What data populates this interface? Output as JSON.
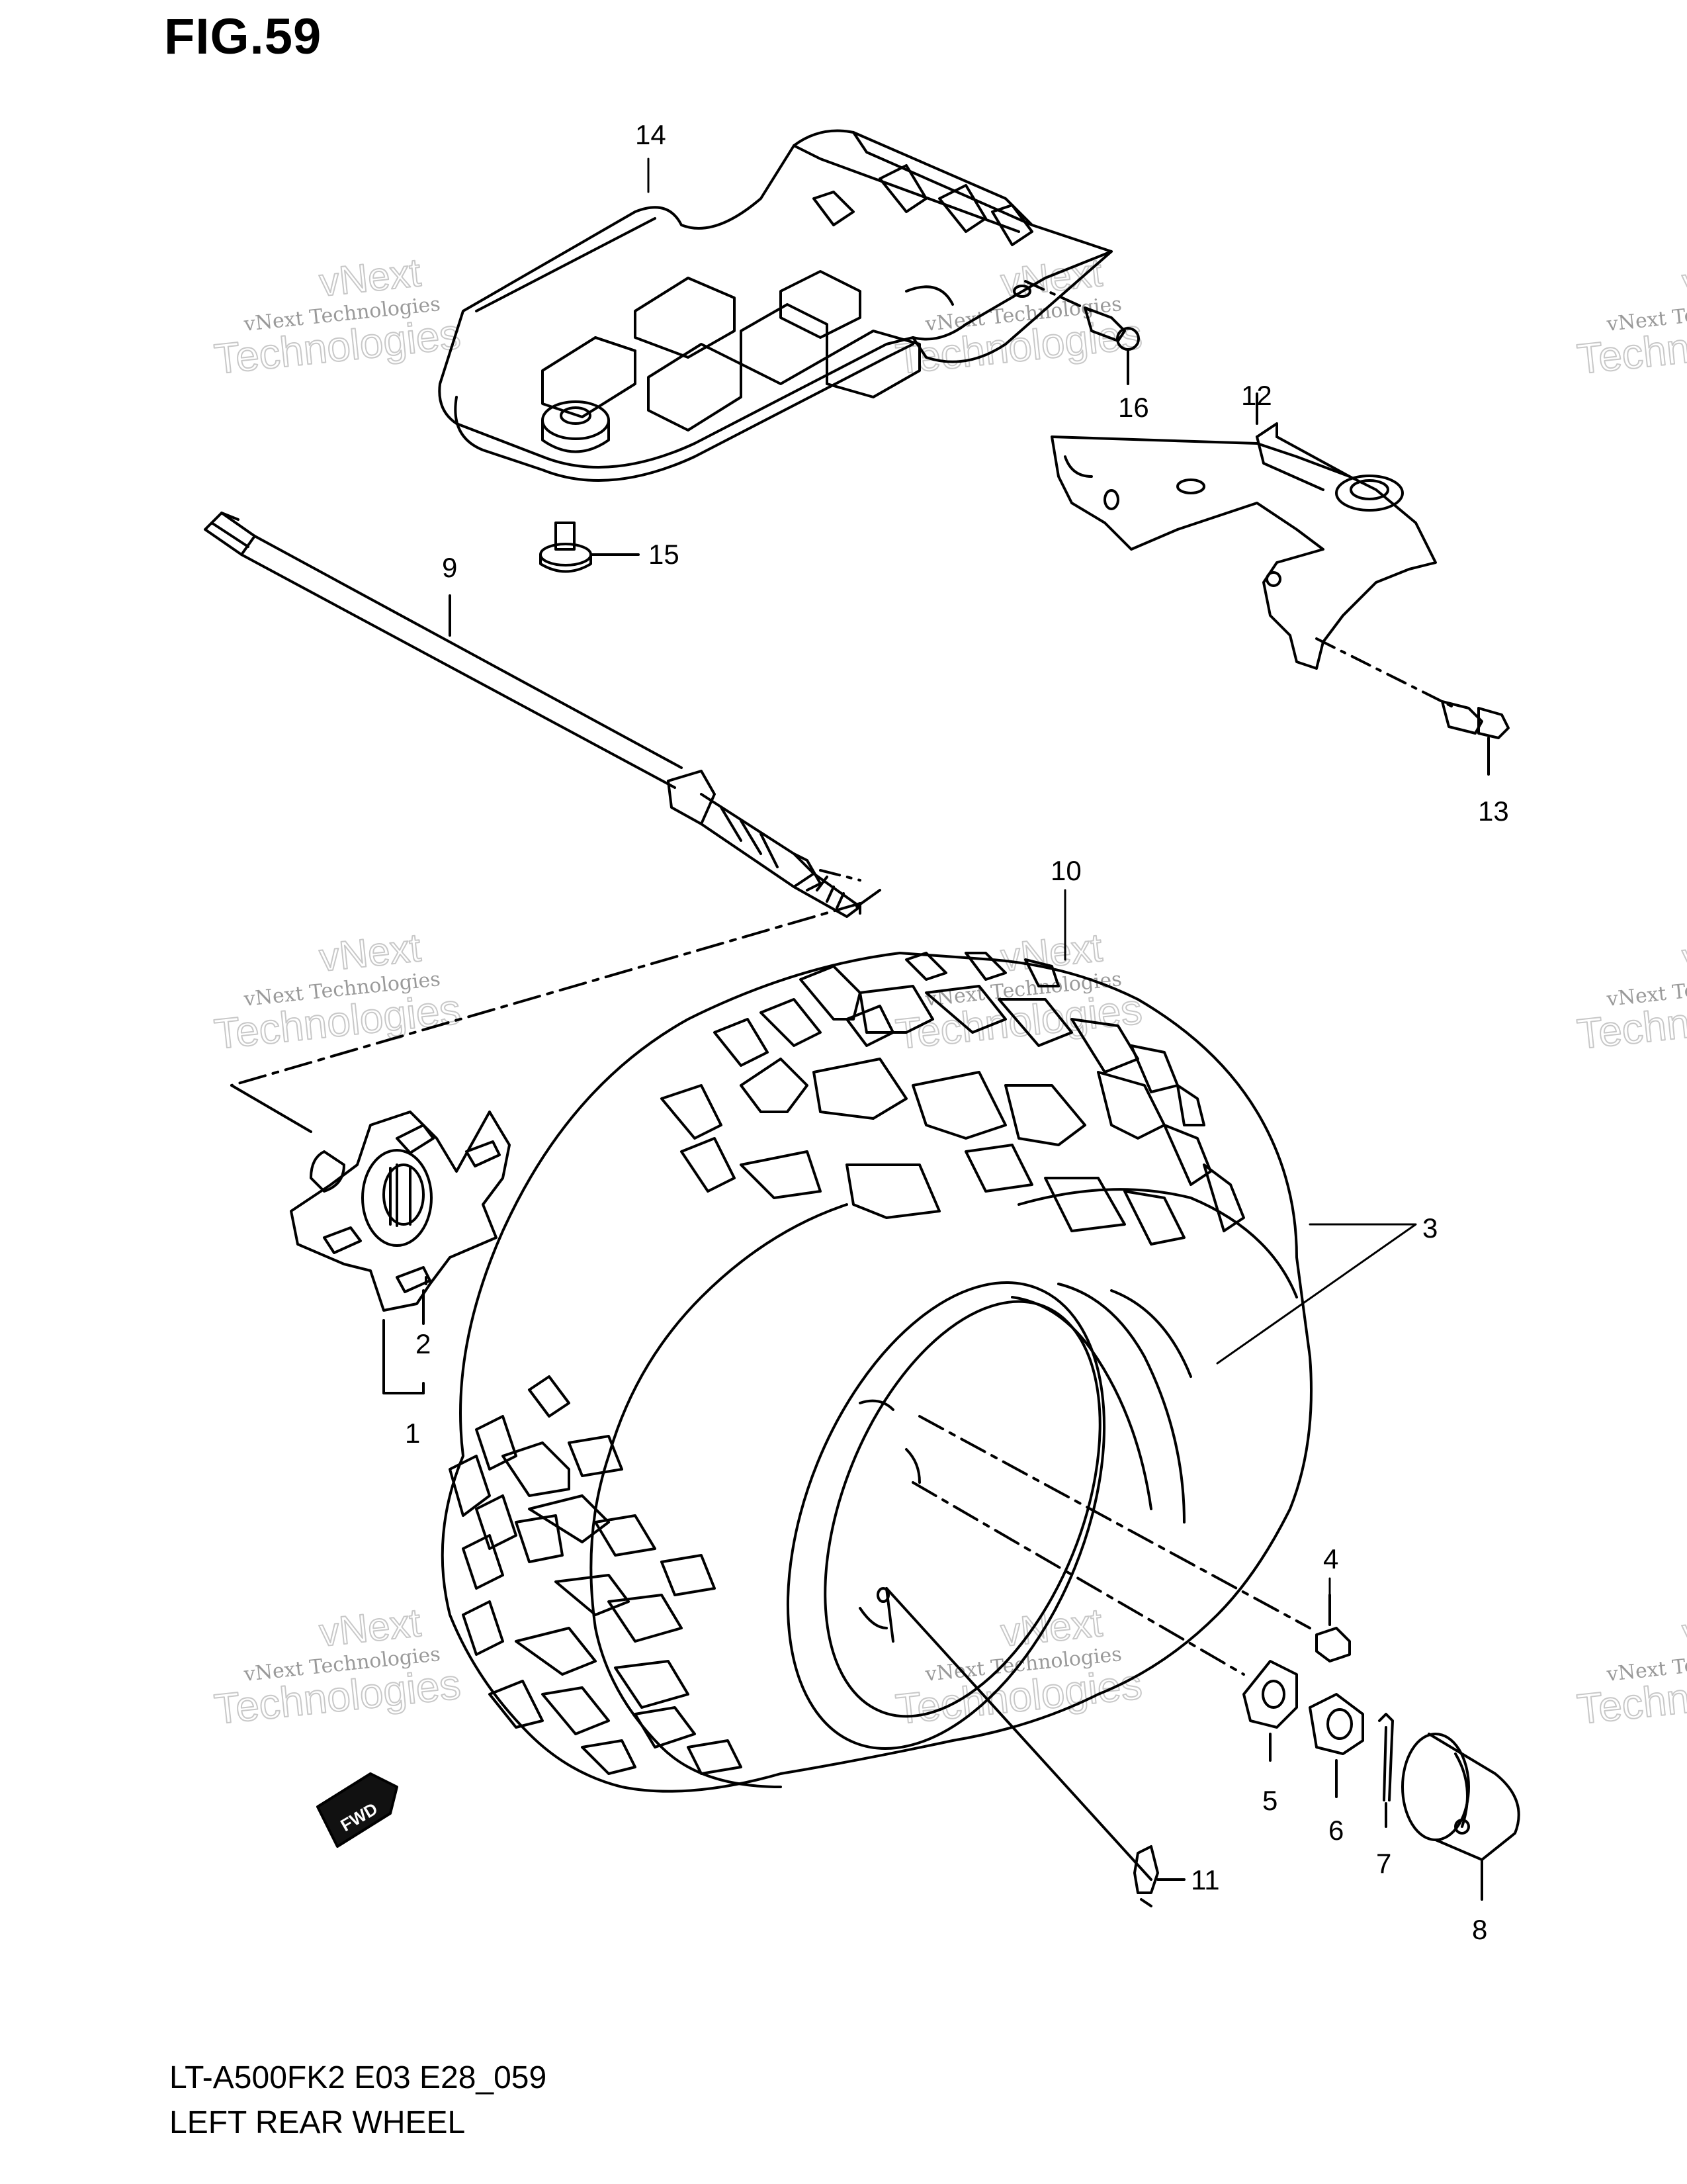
{
  "figure": {
    "title": "FIG.59",
    "model_code": "LT-A500FK2 E03 E28_059",
    "name": "LEFT REAR WHEEL"
  },
  "watermark": {
    "line1": "vNext Technologies",
    "line2": "vNext",
    "line3": "Technologies"
  },
  "fwd_marker": "FWD",
  "callouts": [
    "1",
    "2",
    "3",
    "4",
    "5",
    "6",
    "7",
    "8",
    "9",
    "10",
    "11",
    "12",
    "13",
    "14",
    "15",
    "16"
  ]
}
